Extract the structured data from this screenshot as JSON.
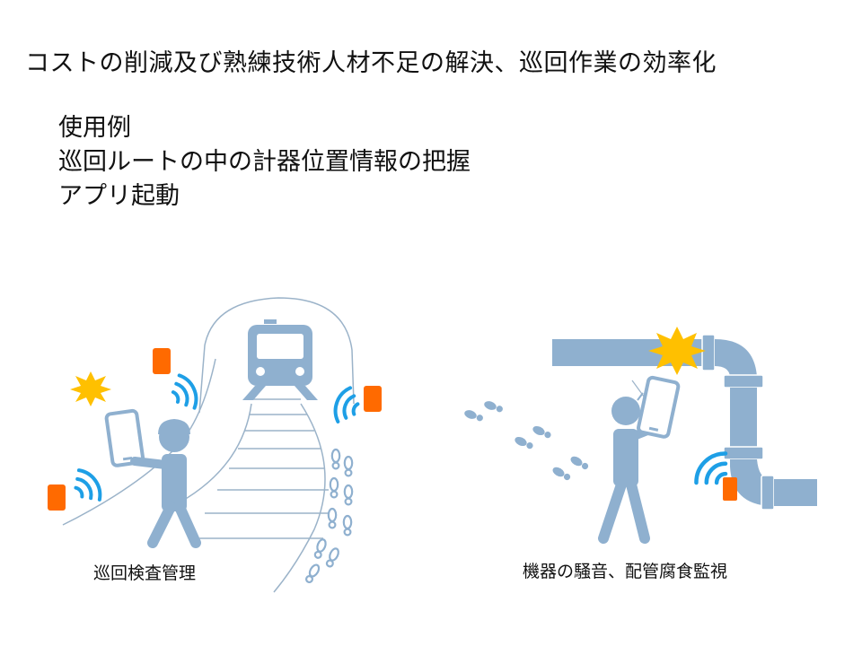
{
  "slide": {
    "title": "コストの削減及び熟練技術人材不足の解決、巡回作業の効率化",
    "usage_examples": {
      "heading": "使用例",
      "items": [
        "巡回ルートの中の計器位置情報の把握",
        "アプリ起動"
      ]
    },
    "illustrations": {
      "left_caption": "巡回検査管理",
      "right_caption": "機器の騒音、配管腐食監視"
    }
  },
  "colors": {
    "figure": "#8fb0cf",
    "tag": "#ff6a00",
    "signal": "#1e9fe6",
    "alert": "#ffc000",
    "line": "#9bb3c9"
  }
}
